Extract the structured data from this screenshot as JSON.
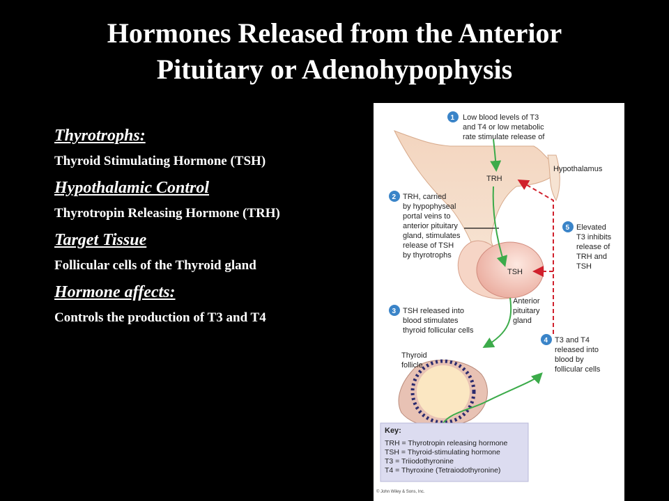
{
  "title_line1": "Hormones Released from the Anterior",
  "title_line2": "Pituitary or Adenohypophysis",
  "sections": [
    {
      "heading": "Thyrotrophs:",
      "body": "Thyroid Stimulating Hormone (TSH)"
    },
    {
      "heading": "Hypothalamic Control",
      "body": "Thyrotropin Releasing Hormone (TRH)"
    },
    {
      "heading": "Target Tissue",
      "body": "Follicular cells of the Thyroid gland"
    },
    {
      "heading": "Hormone affects:",
      "body": "Controls the production of  T3 and T4"
    }
  ],
  "diagram": {
    "steps": [
      {
        "num": "1",
        "lines": [
          "Low blood levels of T3",
          "and T4  or low  metabolic",
          "rate stimulate release of"
        ]
      },
      {
        "num": "2",
        "lines": [
          "TRH, carried",
          "by hypophyseal",
          "portal veins to",
          "anterior pituitary",
          "gland, stimulates",
          "release of TSH",
          "by thyrotrophs"
        ]
      },
      {
        "num": "3",
        "lines": [
          "TSH released into",
          "blood stimulates",
          "thyroid follicular cells"
        ]
      },
      {
        "num": "4",
        "lines": [
          "T3 and T4",
          "released into",
          "blood by",
          "follicular cells"
        ]
      },
      {
        "num": "5",
        "lines": [
          "Elevated",
          "T3 inhibits",
          "release of",
          "TRH and",
          "TSH"
        ]
      }
    ],
    "labels": {
      "hypothalamus": "Hypothalamus",
      "trh": "TRH",
      "tsh": "TSH",
      "anterior_pituitary": [
        "Anterior",
        "pituitary",
        "gland"
      ],
      "thyroid_follicle": [
        "Thyroid",
        "follicle"
      ]
    },
    "key": {
      "heading": "Key:",
      "lines": [
        "TRH = Thyrotropin releasing hormone",
        "TSH = Thyroid-stimulating hormone",
        "T3 = Triiodothyronine",
        "T4 = Thyroxine (Tetraiodothyronine)"
      ]
    },
    "copyright": "© John Wiley & Sons, Inc."
  }
}
